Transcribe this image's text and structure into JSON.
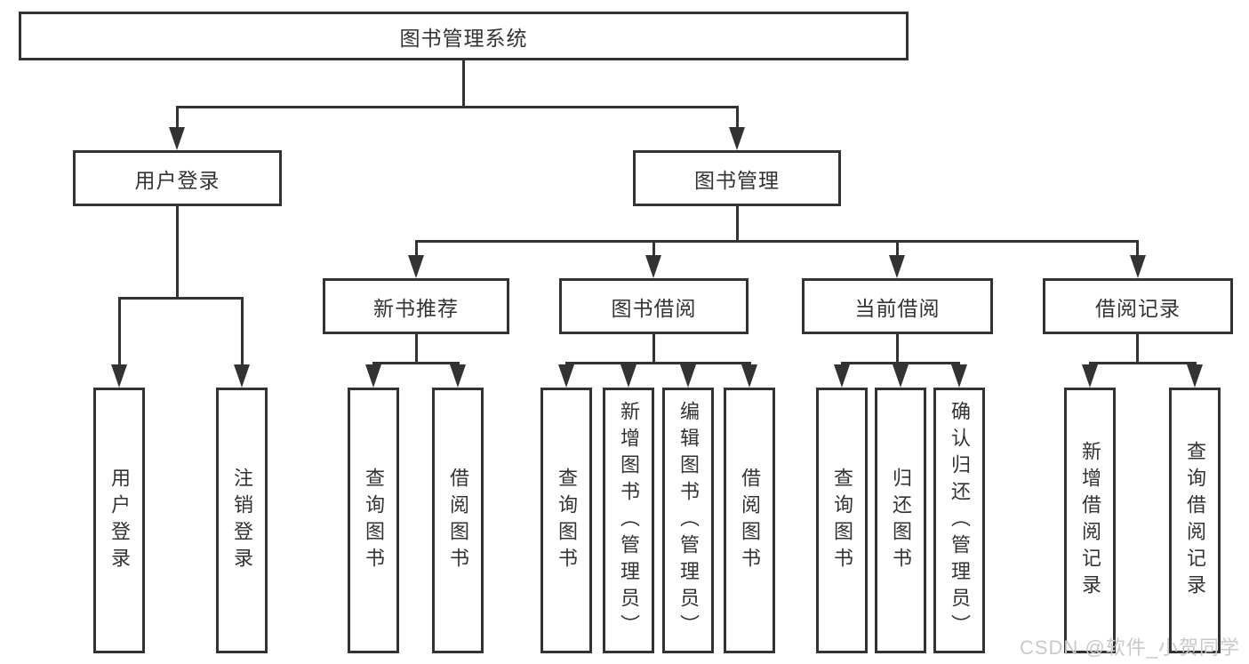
{
  "root": {
    "label": "图书管理系统"
  },
  "level2": [
    {
      "label": "用户登录"
    },
    {
      "label": "图书管理"
    }
  ],
  "level3": [
    {
      "label": "新书推荐"
    },
    {
      "label": "图书借阅"
    },
    {
      "label": "当前借阅"
    },
    {
      "label": "借阅记录"
    }
  ],
  "leaves": [
    {
      "label": "用户登录"
    },
    {
      "label": "注销登录"
    },
    {
      "label": "查询图书"
    },
    {
      "label": "借阅图书"
    },
    {
      "label": "查询图书"
    },
    {
      "label": "新增图书（管理员）"
    },
    {
      "label": "编辑图书（管理员）"
    },
    {
      "label": "借阅图书"
    },
    {
      "label": "查询图书"
    },
    {
      "label": "归还图书"
    },
    {
      "label": "确认归还（管理员）"
    },
    {
      "label": "新增借阅记录"
    },
    {
      "label": "查询借阅记录"
    }
  ],
  "watermark": {
    "text": "CSDN @软件_小贺同学",
    "color": "#c9c9c9"
  },
  "colors": {
    "line": "#333333",
    "border": "#333333",
    "text": "#333333",
    "background": "#ffffff"
  }
}
